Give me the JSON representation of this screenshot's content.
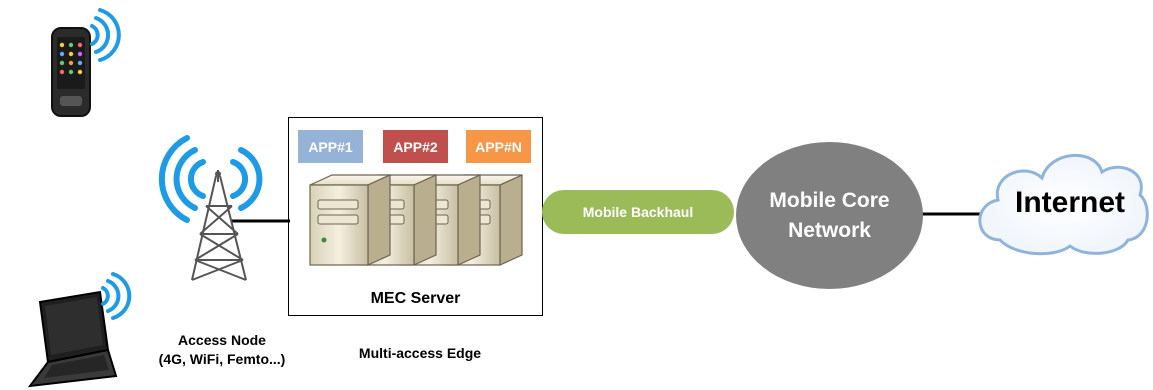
{
  "apps": [
    "APP#1",
    "APP#2",
    "APP#N"
  ],
  "mec_server_label": "MEC Server",
  "backhaul_label": "Mobile Backhaul",
  "core_network": {
    "line1": "Mobile Core",
    "line2": "Network"
  },
  "internet_label": "Internet",
  "access_node": {
    "line1": "Access Node",
    "line2": "(4G, WiFi, Femto...)"
  },
  "edge_label": "Multi-access Edge",
  "icons": [
    "smartphone-icon",
    "laptop-icon",
    "cell-tower-icon",
    "server-rack-icon",
    "cloud-icon",
    "wifi-waves-icon"
  ],
  "colors": {
    "app1": "#95b3d7",
    "app2": "#c0504d",
    "appN": "#f79646",
    "backhaul": "#9bbb59",
    "core": "#808080",
    "signal": "#1e9be6",
    "cloud_outline": "#8fb4dc"
  }
}
